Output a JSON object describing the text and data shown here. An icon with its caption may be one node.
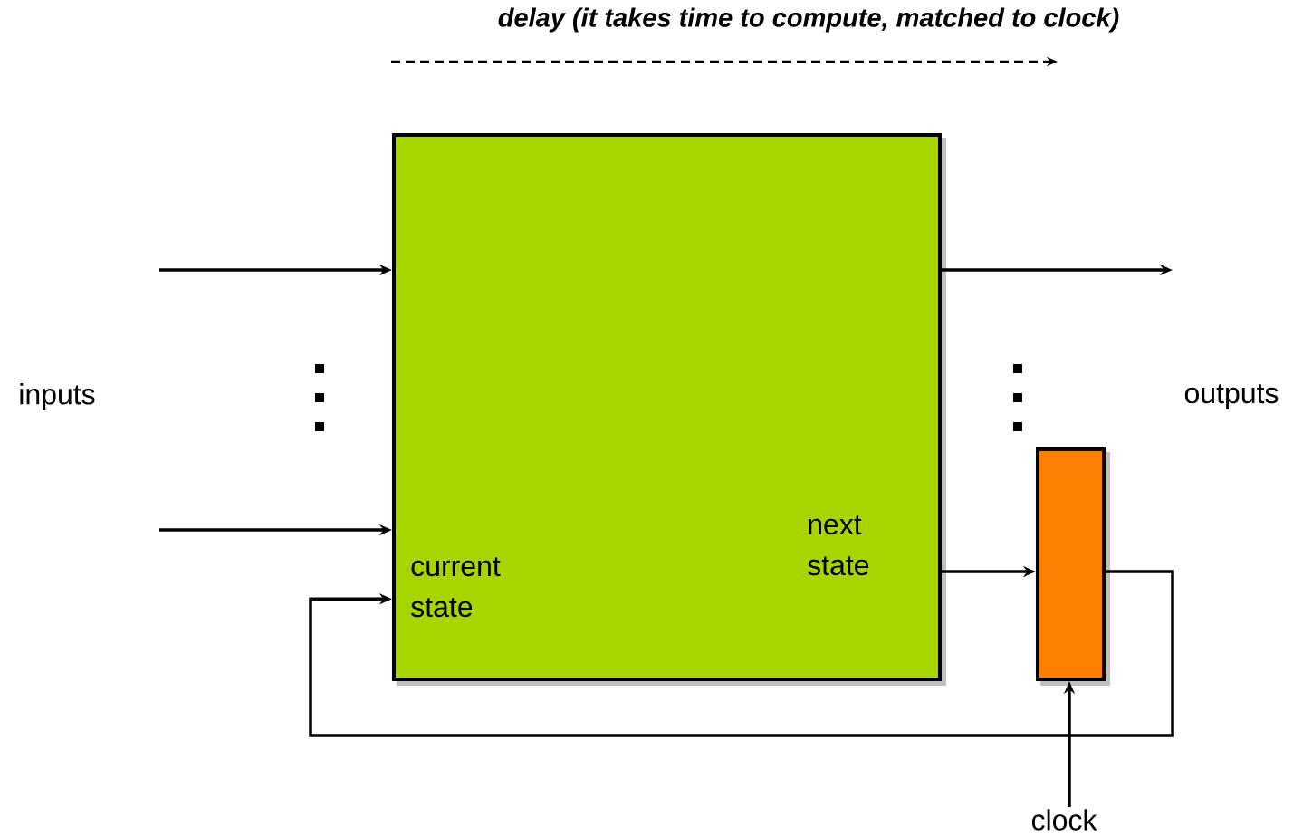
{
  "diagram": {
    "nodes": [
      {
        "text": [
          "current state",
          "next state"
        ]
      },
      {
        "text": [],
        "shape": "box"
      },
      {
        "text": [
          "clock"
        ]
      }
    ],
    "edges": [
      {
        "from": null,
        "to": 0,
        "arrow": "to"
      },
      {
        "from": null,
        "to": 0,
        "arrow": "to"
      },
      {
        "from": 0,
        "to": null,
        "arrow": "to"
      },
      {
        "from": 0,
        "to": 1,
        "arrow": "to"
      },
      {
        "from": 1,
        "to": 0,
        "arrow": "to"
      },
      {
        "from": 2,
        "to": 1,
        "arrow": "to"
      }
    ],
    "labels": [
      "delay (it takes time to compute, matched to clock)",
      "inputs",
      "outputs"
    ]
  }
}
